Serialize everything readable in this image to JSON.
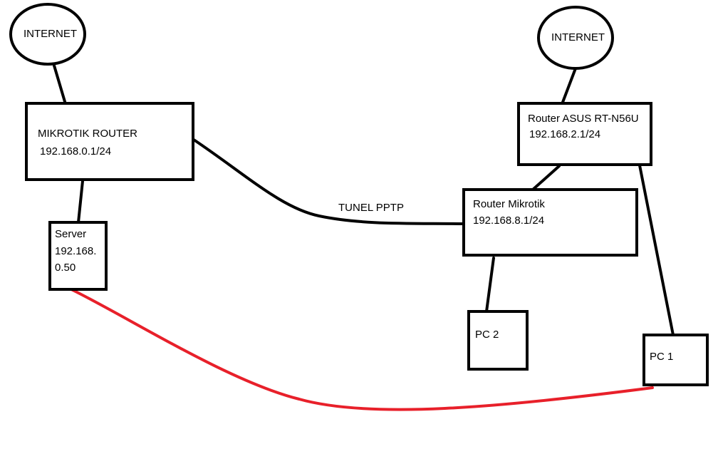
{
  "left_site": {
    "internet": "INTERNET",
    "router": {
      "line1": "MIKROTIK ROUTER",
      "line2": "192.168.0.1/24"
    },
    "server": {
      "line1": "Server",
      "line2": "192.168.",
      "line3": "0.50"
    }
  },
  "tunnel": {
    "label": "TUNEL PPTP"
  },
  "right_site": {
    "internet": "INTERNET",
    "asus_router": {
      "line1": "Router ASUS RT-N56U",
      "line2": "192.168.2.1/24"
    },
    "mikrotik_router": {
      "line1": "Router Mikrotik",
      "line2": "192.168.8.1/24"
    },
    "pc2": "PC 2",
    "pc1": "PC 1"
  },
  "colors": {
    "stroke": "#000000",
    "highlight_link": "#e8202a"
  }
}
